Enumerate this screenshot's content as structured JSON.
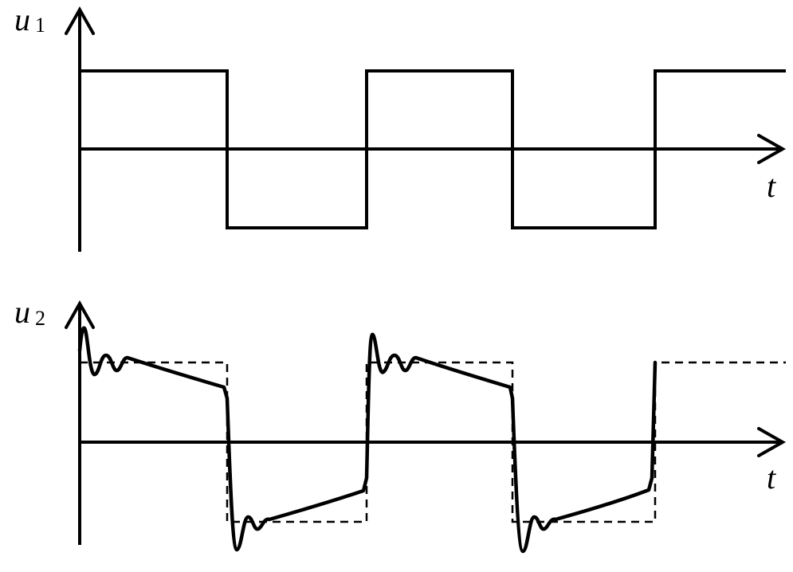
{
  "labels": {
    "top_y": "u",
    "top_y_sub": "1",
    "top_x": "t",
    "bottom_y": "u",
    "bottom_y_sub": "2",
    "bottom_x": "t"
  },
  "signals": {
    "input": {
      "type": "square-wave",
      "high": 1,
      "low": -1
    },
    "output": {
      "type": "distorted-square-wave",
      "reference": "dashed-square-wave"
    }
  }
}
